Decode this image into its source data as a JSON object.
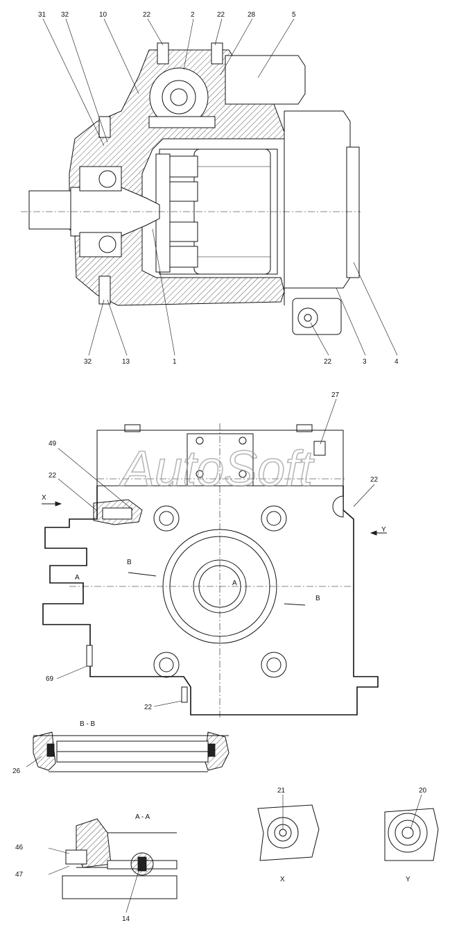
{
  "watermark": "AutoSoft",
  "section_titles": {
    "b_b": "B - B",
    "a_a": "A - A",
    "view_x": "X",
    "view_y": "Y"
  },
  "view_arrows": {
    "x": "X",
    "y": "Y",
    "a_top": "A",
    "a_center": "A",
    "b_left": "B",
    "b_right": "B"
  },
  "callouts_top": [
    "31",
    "32",
    "10",
    "22",
    "2",
    "22",
    "28",
    "5",
    "32",
    "13",
    "1",
    "22",
    "3",
    "4"
  ],
  "callouts_middle": [
    "27",
    "49",
    "22",
    "22",
    "69",
    "22"
  ],
  "callouts_bottom": [
    "26",
    "21",
    "20",
    "46",
    "47",
    "14"
  ]
}
